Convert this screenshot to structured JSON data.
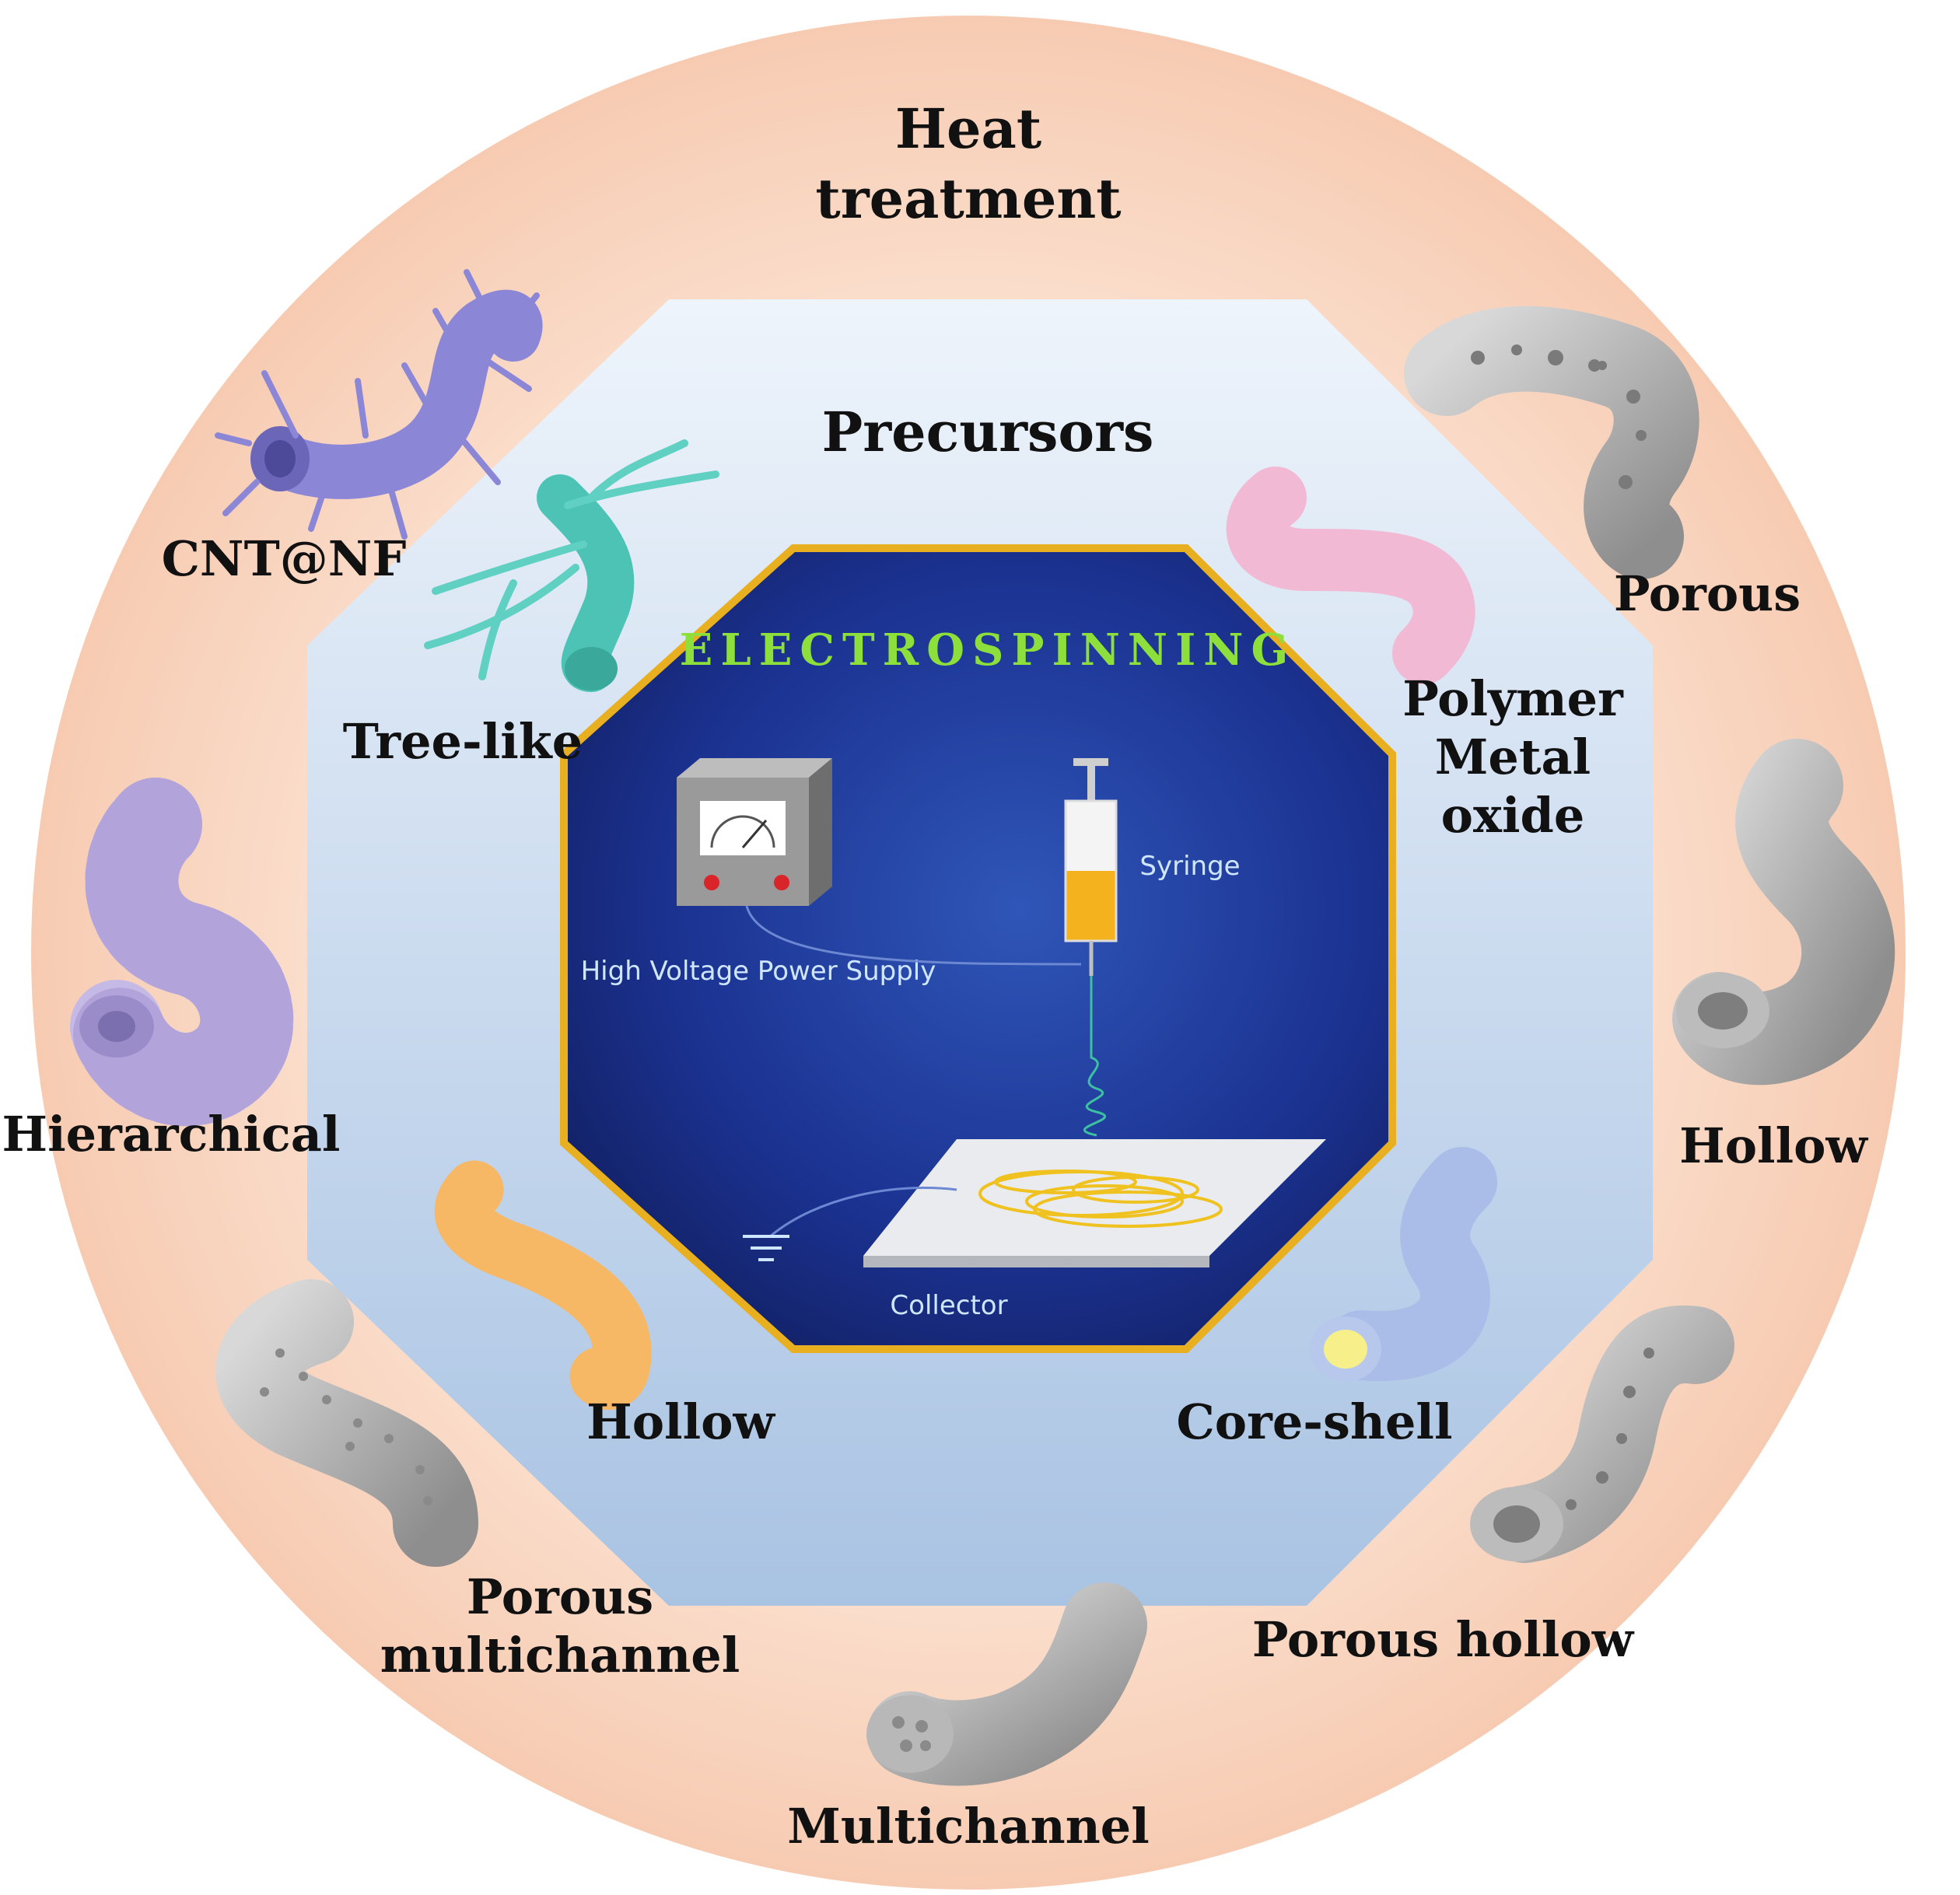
{
  "outer_ring": {
    "title_line1": "Heat",
    "title_line2": "treatment",
    "labels": {
      "cnt_nf": "CNT@NF",
      "porous": "Porous",
      "hierarchical": "Hierarchical",
      "hollow_right": "Hollow",
      "porous_multichannel_line1": "Porous",
      "porous_multichannel_line2": "multichannel",
      "porous_hollow": "Porous hollow",
      "multichannel": "Multichannel"
    }
  },
  "octagon": {
    "title": "Precursors",
    "labels": {
      "tree_like": "Tree-like",
      "polymer_line1": "Polymer",
      "polymer_line2": "Metal",
      "polymer_line3": "oxide",
      "hollow_left": "Hollow",
      "core_shell": "Core-shell"
    }
  },
  "center_panel": {
    "title": "ELECTROSPINNING",
    "power_supply_label": "High Voltage Power Supply",
    "syringe_label": "Syringe",
    "collector_label": "Collector"
  },
  "colors": {
    "outer_ring": "#f9d7c3",
    "octagon": "#c4d8ee",
    "center_panel": "#1a2a7a",
    "panel_border": "#e8b020",
    "title_green": "#8de03c"
  },
  "icons": [
    "cnt-nf-fiber-icon",
    "porous-fiber-icon",
    "hierarchical-fiber-icon",
    "hollow-fiber-icon",
    "porous-multichannel-fiber-icon",
    "porous-hollow-fiber-icon",
    "multichannel-fiber-icon",
    "tree-like-fiber-icon",
    "polymer-fiber-icon",
    "hollow-precursor-fiber-icon",
    "core-shell-fiber-icon",
    "power-supply-icon",
    "syringe-icon",
    "collector-icon",
    "ground-icon"
  ]
}
